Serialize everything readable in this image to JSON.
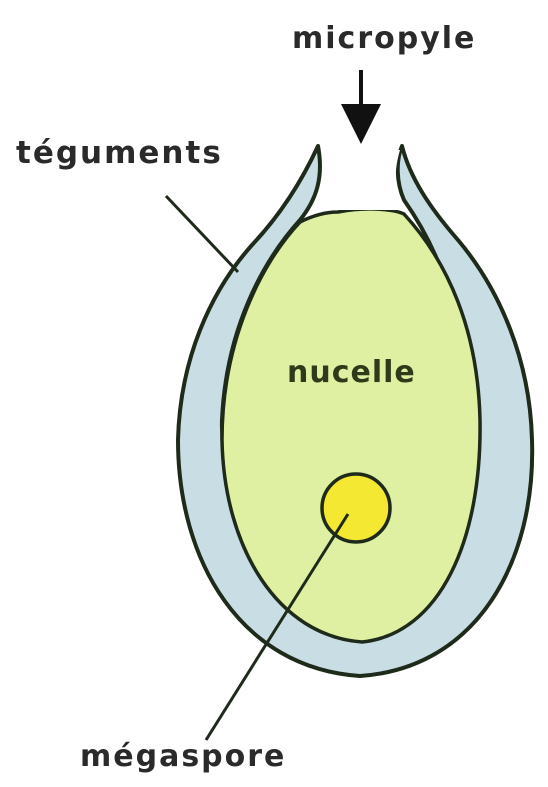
{
  "labels": {
    "micropyle": "micropyle",
    "teguments": "téguments",
    "nucelle": "nucelle",
    "megaspore": "mégaspore"
  },
  "colors": {
    "integument_fill": "#c9dde4",
    "nucellus_fill": "#dff0a2",
    "megaspore_fill": "#f5e832",
    "outline": "#1e2a1a"
  }
}
